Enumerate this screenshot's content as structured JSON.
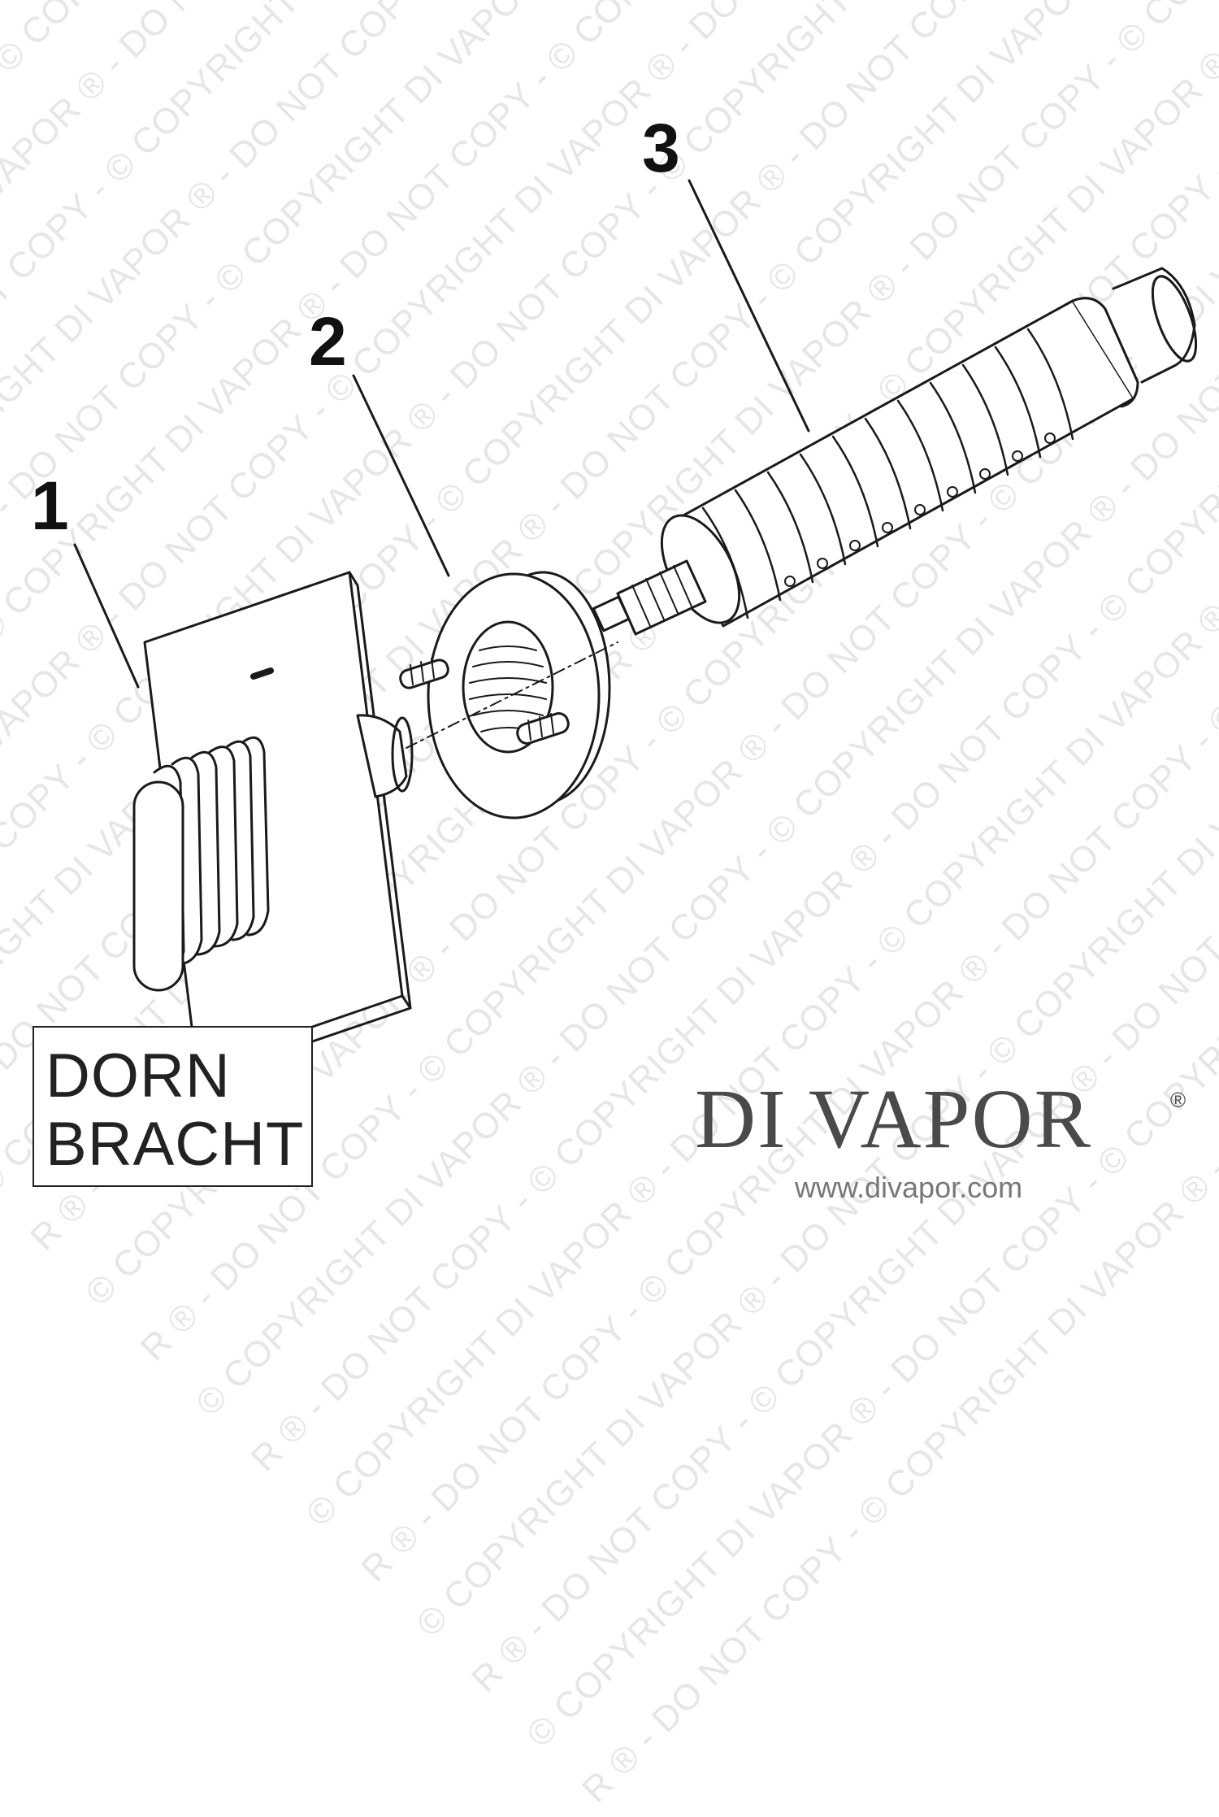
{
  "watermark": {
    "text": "© COPYRIGHT DI VAPOR ® - DO NOT COPY - "
  },
  "callouts": {
    "one": "1",
    "two": "2",
    "three": "3"
  },
  "brand": {
    "line1": "DORN",
    "line2": "BRACHT"
  },
  "divapor": {
    "name": "DI VAPOR",
    "registered": "®",
    "url": "www.divapor.com"
  },
  "colors": {
    "line": "#1a1a1a",
    "watermark": "#e6e6e6",
    "logo_gray": "#4a4a4a"
  }
}
